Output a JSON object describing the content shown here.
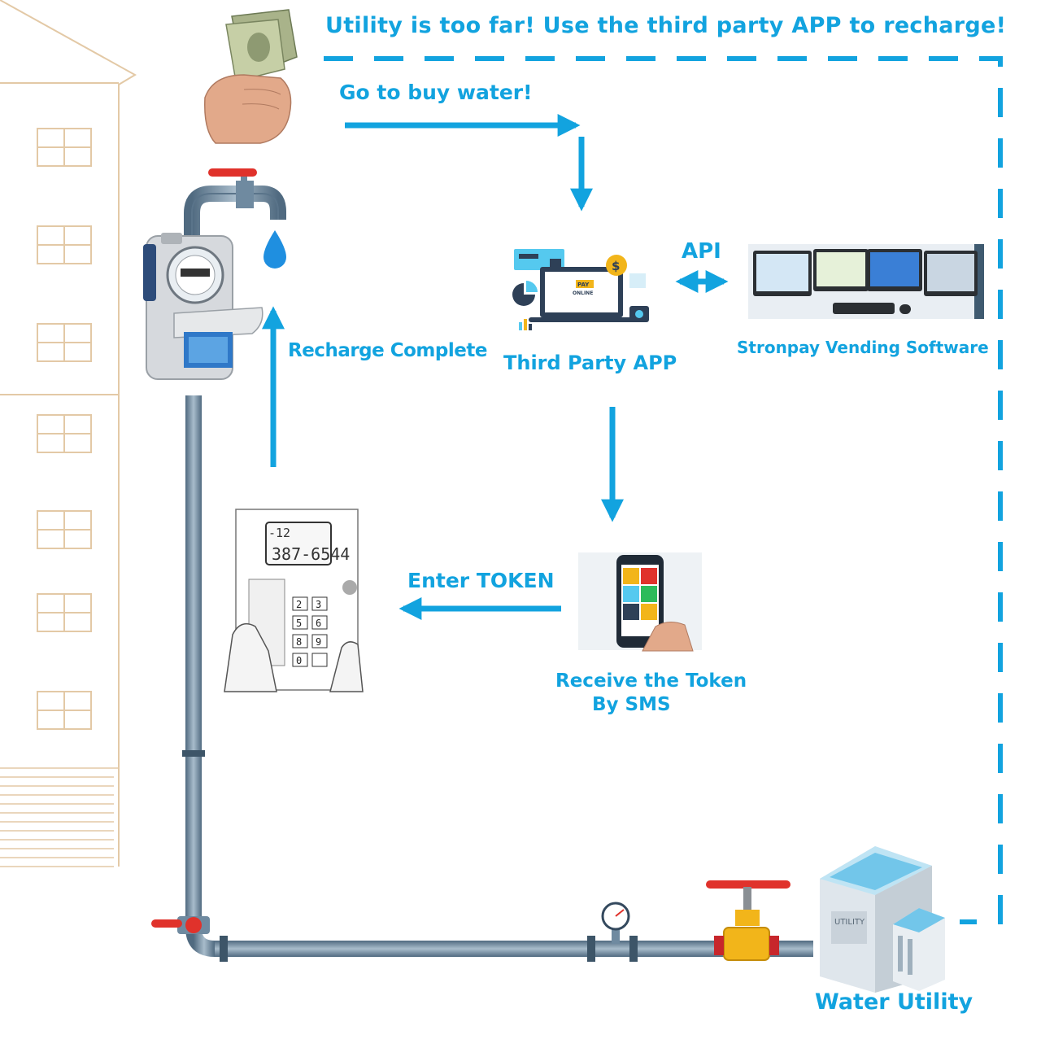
{
  "labels": {
    "headline": "Utility is too far! Use the third party APP to recharge!",
    "buy_water": "Go to buy water!",
    "api": "API",
    "third_party_app": "Third Party APP",
    "vending_software": "Stronpay Vending Software",
    "recharge_complete": "Recharge Complete",
    "enter_token": "Enter TOKEN",
    "receive_token_line1": "Receive the Token",
    "receive_token_line2": "By SMS",
    "water_utility": "Water Utility"
  },
  "images": {
    "keypad_display_line1": "-12",
    "keypad_display_line2": "387-6544",
    "keypad_keys": [
      "2",
      "3",
      "5",
      "6",
      "8",
      "9",
      "0"
    ],
    "pay_badge": "PAY",
    "pay_online": "ONLINE",
    "utility_sign": "UTILITY"
  },
  "colors": {
    "accent_blue": "#12a3df",
    "pipe": "#6f8aa0",
    "valve_red": "#e0322b"
  }
}
